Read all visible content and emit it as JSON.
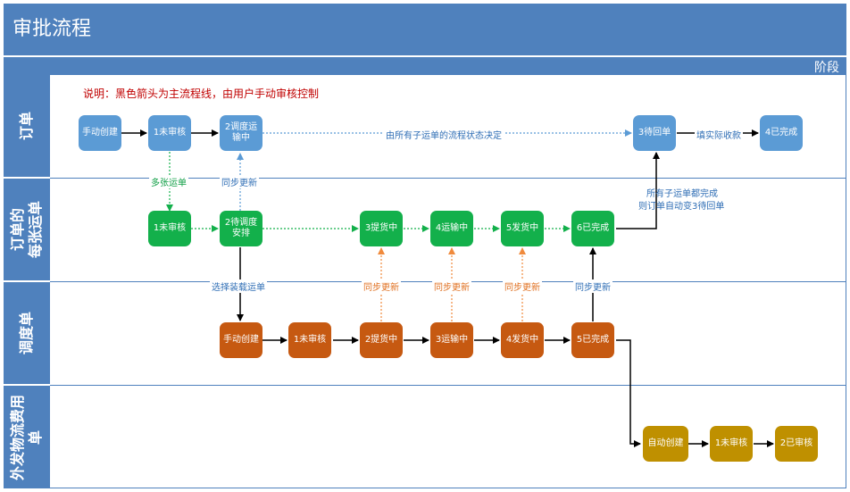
{
  "title": "审批流程",
  "phase_label": "阶段",
  "note": "说明：黑色箭头为主流程线，由用户手动审核控制",
  "lanes": [
    {
      "id": "order",
      "label": "订单"
    },
    {
      "id": "waybill",
      "label": "订单的\n每张运单"
    },
    {
      "id": "dispatch",
      "label": "调度单"
    },
    {
      "id": "expense",
      "label": "外发物流费用\n单"
    }
  ],
  "nodes": {
    "order_manual": "手动创建",
    "order_unreviewed": "1未审核",
    "order_dispatching": "2调度运输中",
    "order_awaiting_return": "3待回单",
    "order_done": "4已完成",
    "wb_unreviewed": "1未审核",
    "wb_pending": "2待调度安排",
    "wb_pickup": "3提货中",
    "wb_transport": "4运输中",
    "wb_delivering": "5发货中",
    "wb_done": "6已完成",
    "ds_manual": "手动创建",
    "ds_unreviewed": "1未审核",
    "ds_pickup": "2提货中",
    "ds_transport": "3运输中",
    "ds_delivering": "4发货中",
    "ds_done": "5已完成",
    "ex_auto": "自动创建",
    "ex_unreviewed": "1未审核",
    "ex_reviewed": "2已审核"
  },
  "labels": {
    "order_state_rule": "由所有子运单的流程状态决定",
    "fill_receipt": "填实际收款",
    "multi_waybill": "多张运单",
    "sync_update": "同步更新",
    "all_done_line1": "所有子运单都完成",
    "all_done_line2": "则订单自动变3待回单",
    "select_loading": "选择装载运单",
    "sync_1": "同步更新",
    "sync_2": "同步更新",
    "sync_3": "同步更新",
    "sync_4": "同步更新"
  },
  "colors": {
    "header": "#4f81bd",
    "order_node": "#5b9bd5",
    "waybill_node": "#13b04b",
    "dispatch_node": "#c65911",
    "expense_node": "#bf9000",
    "note_text": "#c00000",
    "sync_arrow": "#f08a3c"
  }
}
